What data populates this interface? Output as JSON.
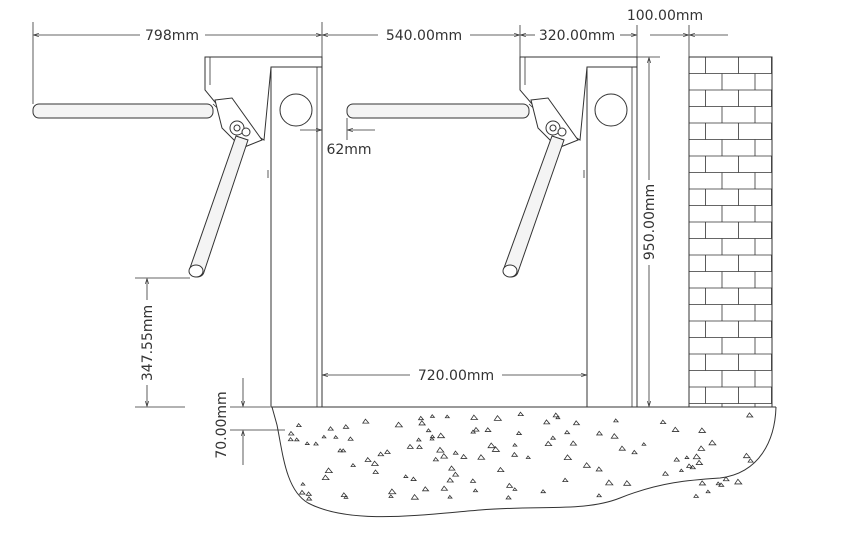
{
  "drawing": {
    "dimensions": {
      "arm_length": "798mm",
      "cabinet_spacing": "540.00mm",
      "cabinet_width": "320.00mm",
      "wall_thickness": "100.00mm",
      "arm_gap": "62mm",
      "cabinet_height": "950.00mm",
      "arm_height": "347.55mm",
      "base_depth": "70.00mm",
      "passage_width": "720.00mm"
    },
    "colors": {
      "stroke": "#333333",
      "background": "#ffffff"
    }
  }
}
